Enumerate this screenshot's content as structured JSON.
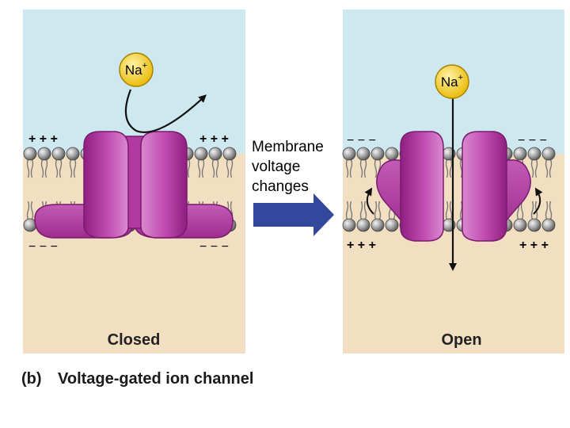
{
  "ion": {
    "symbol": "Na",
    "charge": "+"
  },
  "membrane": {
    "closed": {
      "top_charges": "+ + +",
      "bottom_charges": "− − −"
    },
    "open": {
      "top_charges": "− − −",
      "bottom_charges": "+ + +"
    }
  },
  "transition": {
    "line1": "Membrane",
    "line2": "voltage",
    "line3": "changes"
  },
  "panels": {
    "closed_label": "Closed",
    "open_label": "Open"
  },
  "caption": {
    "tag": "(b)",
    "text": "Voltage-gated ion channel"
  },
  "colors": {
    "extracellular": "#cde9ef",
    "cytoplasm": "#f2dfc2",
    "protein": "#b23c9f",
    "protein_light": "#d37ac8",
    "protein_dark": "#8c1f7d",
    "ion_fill": "#f2c82a",
    "arrow": "#33479c"
  }
}
